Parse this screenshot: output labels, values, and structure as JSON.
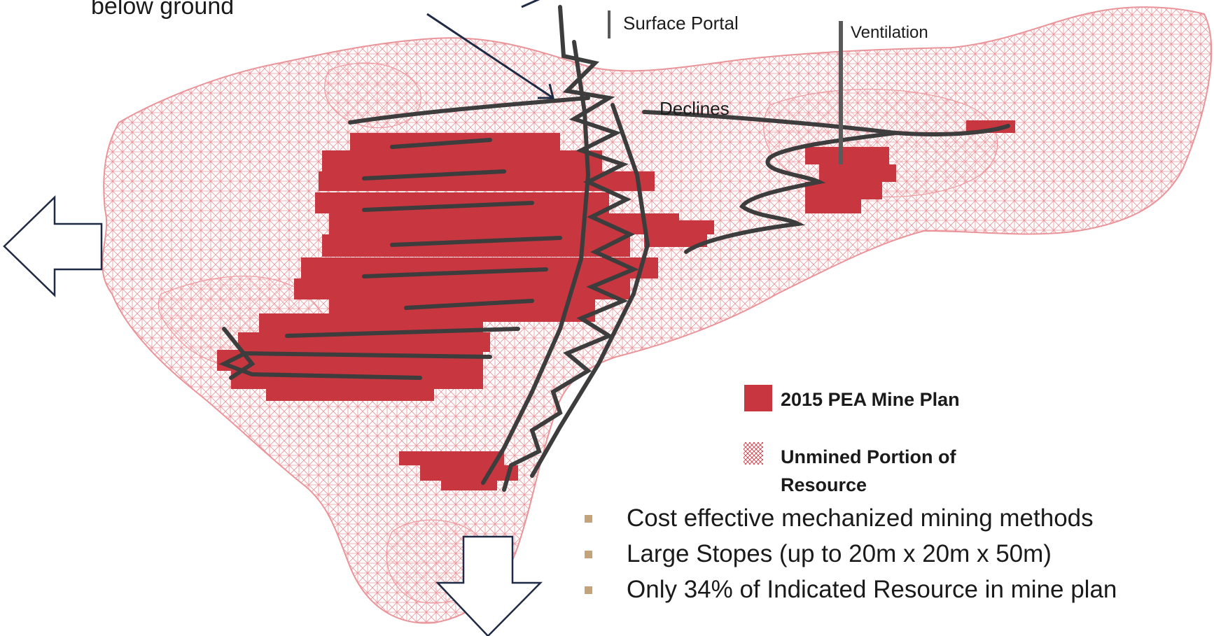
{
  "callout": {
    "text": "below ground"
  },
  "labels": {
    "surface_portal": "Surface Portal",
    "ventilation": "Ventilation",
    "declines": "Declines"
  },
  "legend": {
    "mine_plan": "2015 PEA Mine Plan",
    "unmined_line1": "Unmined Portion of",
    "unmined_line2": "Resource"
  },
  "bullets": [
    "Cost effective mechanized mining methods",
    "Large Stopes (up to 20m x 20m x 50m)",
    "Only 34% of Indicated Resource in mine plan"
  ],
  "colors": {
    "stope_red": "#c8363f",
    "wireframe_pink": "#e8898f",
    "decline_gray": "#3d3d3d",
    "bullet_tan": "#c4a27a"
  },
  "icons": {
    "left_arrow": "arrow-left-outline-icon",
    "down_arrow": "arrow-down-outline-icon"
  }
}
